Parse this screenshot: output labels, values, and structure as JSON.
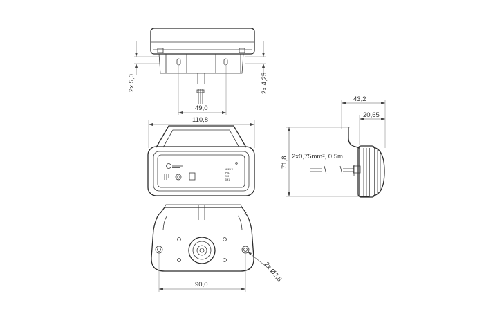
{
  "dimensions": {
    "top_width": "49,0",
    "top_left_height": "2x 5,0",
    "top_right_height": "2x 4,25",
    "front_width": "110,8",
    "side_height": "71,8",
    "side_depth_total": "43,2",
    "side_depth_partial": "20,65",
    "cable_spec": "2x0,75mm², 0,5m",
    "back_mount_width": "90,0",
    "back_hole_dia": "2x Ø2,8"
  },
  "label_text": {
    "line1": "12/24 V",
    "line2": "IP 67",
    "line3": "E20",
    "line4": "SM1"
  }
}
